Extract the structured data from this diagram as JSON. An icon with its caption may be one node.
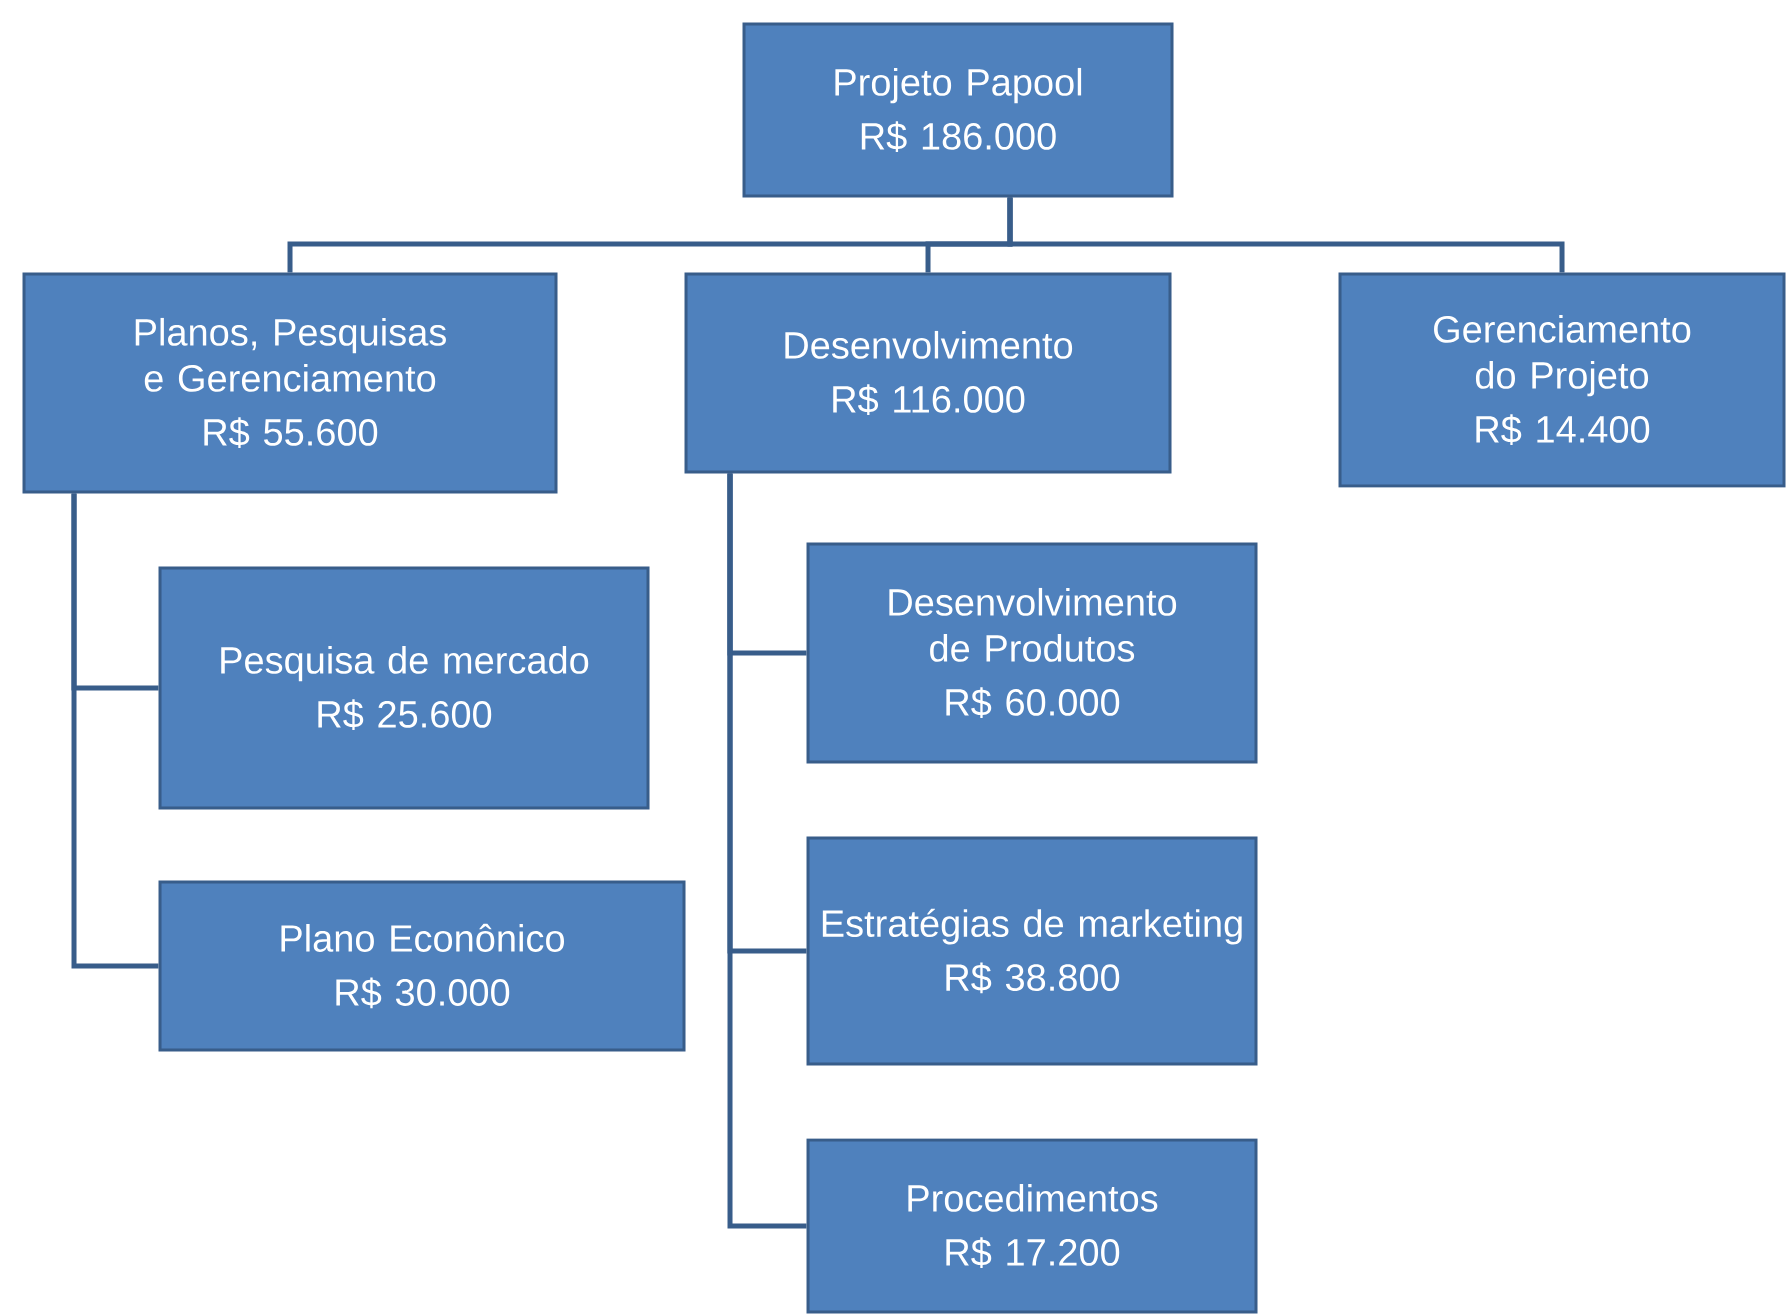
{
  "diagram": {
    "nodes": [
      {
        "text": [
          "Projeto Papool",
          "R$ 186.000"
        ]
      },
      {
        "text": [
          "Planos, Pesquisas e Gerenciamento",
          "R$ 55.600"
        ]
      },
      {
        "text": [
          "Desenvolvimento",
          "R$ 116.000"
        ]
      },
      {
        "text": [
          "Gerenciamento do Projeto",
          "R$ 14.400"
        ]
      },
      {
        "text": [
          "Pesquisa de mercado",
          "R$ 25.600"
        ]
      },
      {
        "text": [
          "Plano Econônico",
          "R$ 30.000"
        ]
      },
      {
        "text": [
          "Desenvolvimento de Produtos",
          "R$ 60.000"
        ]
      },
      {
        "text": [
          "Estratégias de marketing",
          "R$ 38.800"
        ]
      },
      {
        "text": [
          "Procedimentos",
          "R$ 17.200"
        ]
      }
    ],
    "edges": [
      {
        "from": 0,
        "to": 1,
        "arrow": "none"
      },
      {
        "from": 0,
        "to": 2,
        "arrow": "none"
      },
      {
        "from": 0,
        "to": 3,
        "arrow": "none"
      },
      {
        "from": 1,
        "to": 4,
        "arrow": "none"
      },
      {
        "from": 1,
        "to": 5,
        "arrow": "none"
      },
      {
        "from": 2,
        "to": 6,
        "arrow": "none"
      },
      {
        "from": 2,
        "to": 7,
        "arrow": "none"
      },
      {
        "from": 2,
        "to": 8,
        "arrow": "none"
      }
    ]
  }
}
